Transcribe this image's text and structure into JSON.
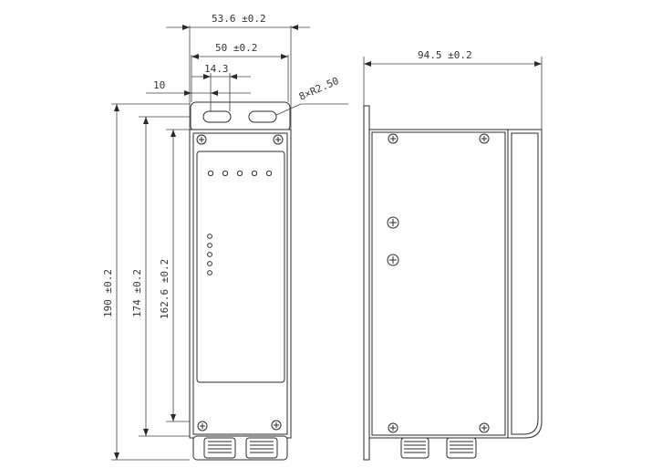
{
  "dimensions": {
    "width_total": "53.6 ±0.2",
    "width_holes": "50 ±0.2",
    "slot_offset": "14.3",
    "slot_length": "10",
    "hole_callout": "8×R2.50",
    "depth": "94.5 ±0.2",
    "height_total": "190 ±0.2",
    "height_body": "174 ±0.2",
    "height_panel": "162.6 ±0.2"
  }
}
